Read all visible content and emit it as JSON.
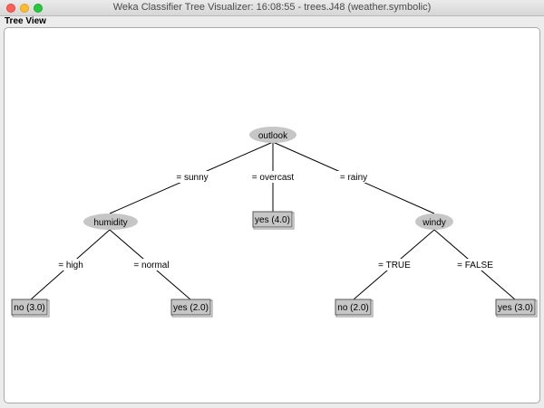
{
  "window": {
    "title": "Weka Classifier Tree Visualizer: 16:08:55 - trees.J48 (weather.symbolic)"
  },
  "panel": {
    "label": "Tree View"
  },
  "tree": {
    "nodes": {
      "outlook": "outlook",
      "humidity": "humidity",
      "windy": "windy"
    },
    "edges": {
      "sunny": "= sunny",
      "overcast": "= overcast",
      "rainy": "= rainy",
      "high": "= high",
      "normal": "= normal",
      "true": "= TRUE",
      "false": "= FALSE"
    },
    "leaves": {
      "high_no": "no (3.0)",
      "normal_yes": "yes (2.0)",
      "overcast_yes": "yes (4.0)",
      "true_no": "no (2.0)",
      "false_yes": "yes (3.0)"
    }
  },
  "colors": {
    "node_fill": "#c6c6c6",
    "edge": "#000000",
    "background": "#ffffff"
  }
}
